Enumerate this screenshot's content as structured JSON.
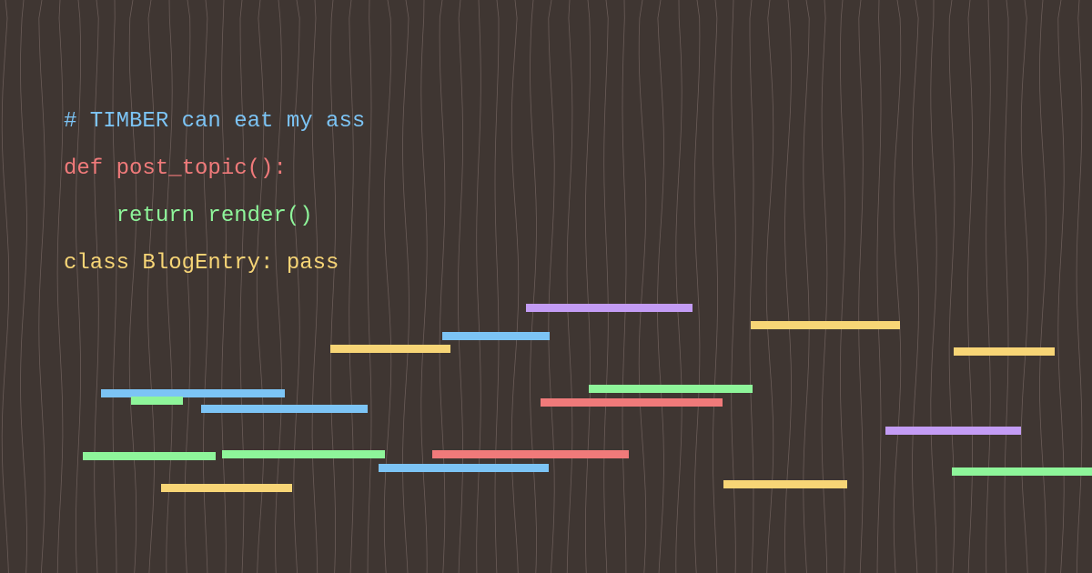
{
  "palette": {
    "background": "#3f3632",
    "grain": "#7a6a66",
    "blue": "#7cc4f5",
    "red": "#f07a7a",
    "green": "#8ef59a",
    "yellow": "#f7d576",
    "purple": "#c39cf5"
  },
  "code": [
    {
      "text": "# TIMBER can eat my ass",
      "color": "#7cc4f5"
    },
    {
      "text": "def post_topic():",
      "color": "#f07a7a"
    },
    {
      "text": "    return render()",
      "color": "#8ef59a"
    },
    {
      "text": "class BlogEntry: pass",
      "color": "#f7d576"
    }
  ],
  "bar_colors": [
    "blue",
    "red",
    "green",
    "yellow",
    "purple"
  ]
}
